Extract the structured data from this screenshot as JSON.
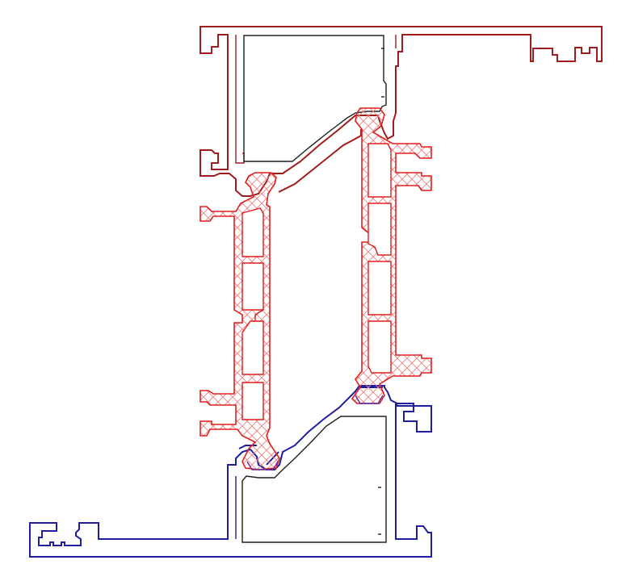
{
  "drawing": {
    "type": "cad-cross-section",
    "colors": {
      "background": "#ffffff",
      "upper_frame": "#a01c1c",
      "lower_frame": "#1e1e9e",
      "thermal_break_outline": "#e01e1e",
      "thermal_break_hatch": "#f08080",
      "inner_insert": "#202020"
    },
    "parts": [
      "upper-frame-profile",
      "lower-frame-profile",
      "left-thermal-break-strip",
      "right-thermal-break-strip",
      "upper-core-insert",
      "lower-core-insert"
    ]
  }
}
